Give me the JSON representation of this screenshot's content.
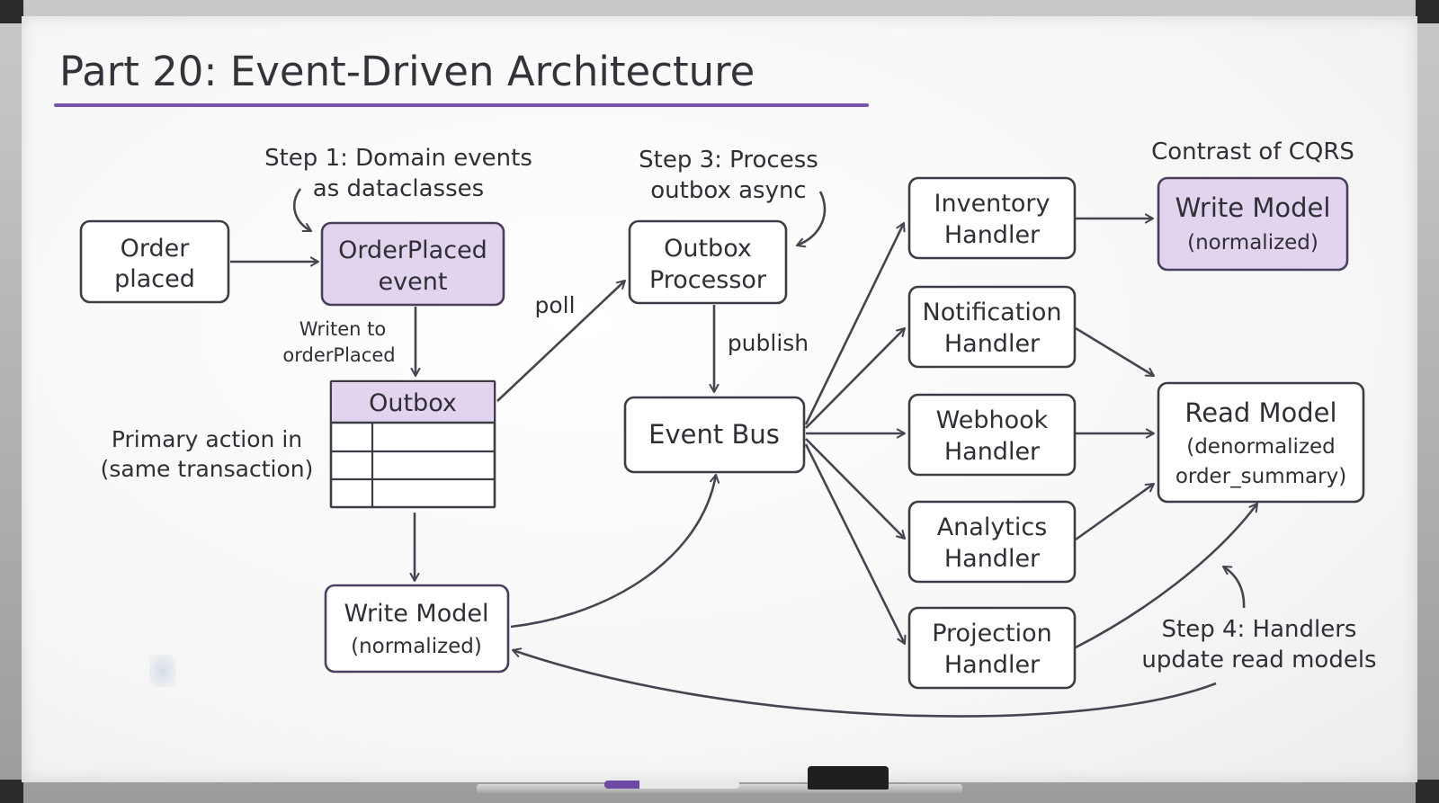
{
  "title": "Part 20: Event-Driven Architecture",
  "colors": {
    "ink": "#3d3d46",
    "highlight_fill": "#e2d3ef",
    "title_underline": "#7a52b0"
  },
  "nodes": {
    "order_placed": {
      "lines": [
        "Order",
        "placed"
      ]
    },
    "orderplaced_event": {
      "lines": [
        "OrderPlaced",
        "event"
      ]
    },
    "outbox": {
      "lines": [
        "Outbox"
      ]
    },
    "write_model": {
      "lines": [
        "Write Model",
        "(normalized)"
      ]
    },
    "outbox_processor": {
      "lines": [
        "Outbox",
        "Processor"
      ]
    },
    "event_bus": {
      "lines": [
        "Event Bus"
      ]
    },
    "inventory": {
      "lines": [
        "Inventory",
        "Handler"
      ]
    },
    "notification": {
      "lines": [
        "Notification",
        "Handler"
      ]
    },
    "webhook": {
      "lines": [
        "Webhook",
        "Handler"
      ]
    },
    "analytics": {
      "lines": [
        "Analytics",
        "Handler"
      ]
    },
    "projection": {
      "lines": [
        "Projection",
        "Handler"
      ]
    },
    "cqrs_write_model": {
      "lines": [
        "Write Model",
        "(normalized)"
      ]
    },
    "read_model": {
      "lines": [
        "Read Model",
        "(denormalized",
        "order_summary)"
      ]
    }
  },
  "annotations": {
    "step1": {
      "lines": [
        "Step 1: Domain events",
        "as dataclasses"
      ]
    },
    "step3": {
      "lines": [
        "Step 3: Process",
        "outbox async"
      ]
    },
    "cqrs": {
      "lines": [
        "Contrast of CQRS"
      ]
    },
    "written_to": {
      "lines": [
        "Writen to",
        "orderPlaced"
      ]
    },
    "primary": {
      "lines": [
        "Primary action in",
        "(same transaction)"
      ]
    },
    "poll": {
      "lines": [
        "poll"
      ]
    },
    "publish": {
      "lines": [
        "publish"
      ]
    },
    "step4": {
      "lines": [
        "Step 4: Handlers",
        "update read models"
      ]
    }
  }
}
